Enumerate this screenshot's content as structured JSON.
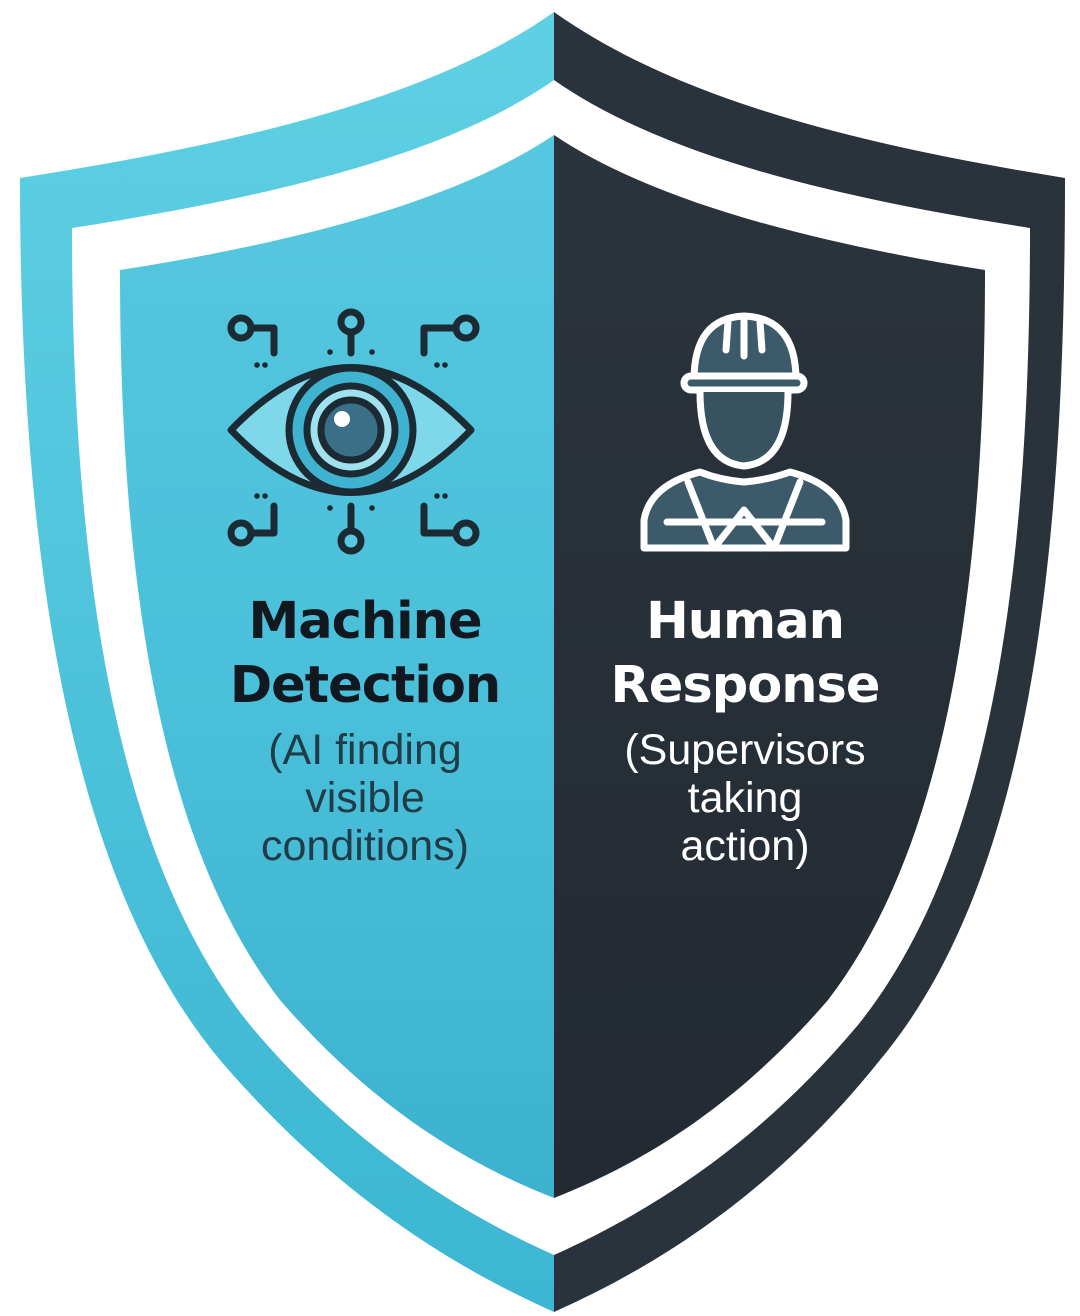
{
  "left": {
    "title_line1": "Machine",
    "title_line2": "Detection",
    "subtitle_line1": "(AI finding",
    "subtitle_line2": "visible",
    "subtitle_line3": "conditions)",
    "icon": "ai-eye-circuit-icon"
  },
  "right": {
    "title_line1": "Human",
    "title_line2": "Response",
    "subtitle_line1": "(Supervisors",
    "subtitle_line2": "taking",
    "subtitle_line3": "action)",
    "icon": "worker-hardhat-icon"
  },
  "colors": {
    "teal": "#4cc4dc",
    "dark": "#2a323b",
    "white": "#ffffff"
  }
}
